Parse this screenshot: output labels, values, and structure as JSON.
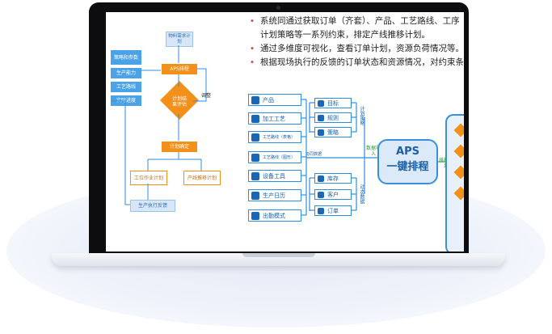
{
  "bullets": [
    "系统同通过获取订单（齐套）、产品、工艺路线、工序",
    "计划策略等一系列约束，排定产线推移计划。",
    "通过多维度可视化，查看订单计划，资源负荷情况等。",
    "根据现场执行的反馈的订单状态和资源情况，对约束条"
  ],
  "flowchart": {
    "top": "物料需求计划",
    "aps": "APS排程",
    "decision": "计划结果评估",
    "adjust": "调整",
    "confirm": "计划确定",
    "work_plan": "工位作业计划",
    "line_plan": "产线推移计划",
    "feedback": "生产执行反馈",
    "left_items": [
      "策略和参数",
      "生产能力",
      "工艺路线",
      "实际进度"
    ]
  },
  "diagram": {
    "left_groups": [
      "产品",
      "加工工艺",
      "工艺路线（表格）",
      "工艺路线（图形）",
      "设备工具",
      "生产日历",
      "出勤模式"
    ],
    "mid_top": [
      "目标",
      "规则",
      "策略"
    ],
    "mid_bottom": [
      "库存",
      "客户",
      "订单"
    ],
    "label_plan": "计划策略",
    "label_dynamic": "动态数据",
    "label_collab": "协同数据",
    "label_import": "数据导入",
    "aps_title": "APS",
    "aps_sub": "一键排程",
    "label_result": "排程结果"
  }
}
